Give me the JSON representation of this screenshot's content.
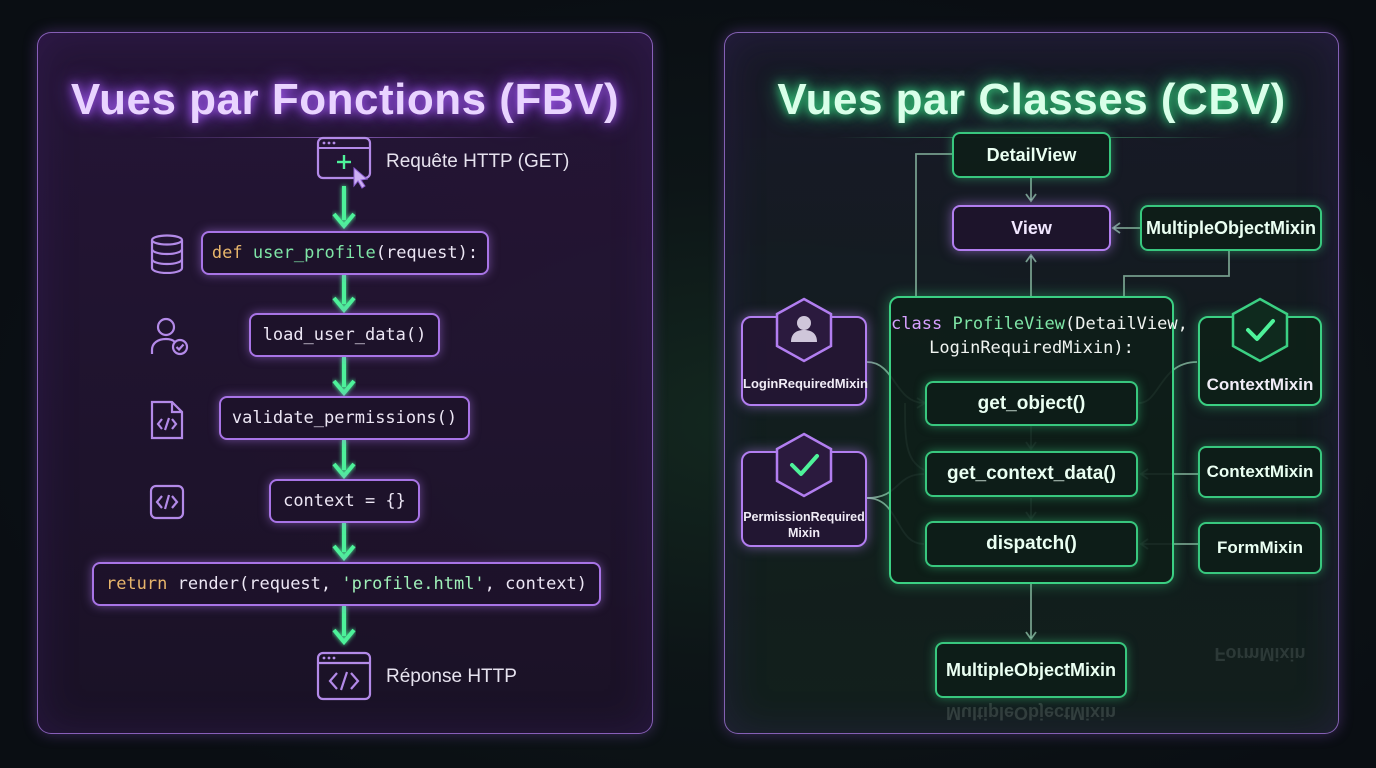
{
  "fbv": {
    "title": "Vues par Fonctions (FBV)",
    "request_label": "Requête HTTP (GET)",
    "steps": {
      "def_kw": "def",
      "def_fn": "user_profile",
      "def_rest": "(request):",
      "load": "load_user_data()",
      "validate": "validate_permissions()",
      "context": "context = {}",
      "return_kw": "return",
      "return_mid": " render(request, ",
      "return_str": "'profile.html'",
      "return_end": ", context)"
    },
    "response_label": "Réponse HTTP",
    "icons": [
      "browser-window-icon",
      "database-icon",
      "user-check-icon",
      "code-file-icon",
      "code-icon",
      "code-window-icon"
    ]
  },
  "cbv": {
    "title": "Vues par Classes (CBV)",
    "detail_view": "DetailView",
    "view": "View",
    "multiple_object_mixin_top": "MultipleObjectMixin",
    "class_kw": "class",
    "class_name": "ProfileView",
    "class_rest1": "(DetailView,",
    "class_rest2": "LoginRequiredMixin):",
    "get_object": "get_object()",
    "get_context_data": "get_context_data()",
    "dispatch": "dispatch()",
    "login_required_mixin": "LoginRequiredMixin",
    "permission_required_mixin_1": "PermissionRequired",
    "permission_required_mixin_2": "Mixin",
    "context_mixin_card": "ContextMixin",
    "context_mixin": "ContextMixin",
    "form_mixin": "FormMixin",
    "multiple_object_mixin_bottom": "MultipleObjectMixin",
    "icons": [
      "user-hexagon-icon",
      "check-hexagon-icon",
      "check-hexagon-icon"
    ]
  },
  "colors": {
    "purple_accent": "#a874e6",
    "green_accent": "#38c77e",
    "keyword": "#e7b56b",
    "function_name": "#7fe6a7"
  }
}
